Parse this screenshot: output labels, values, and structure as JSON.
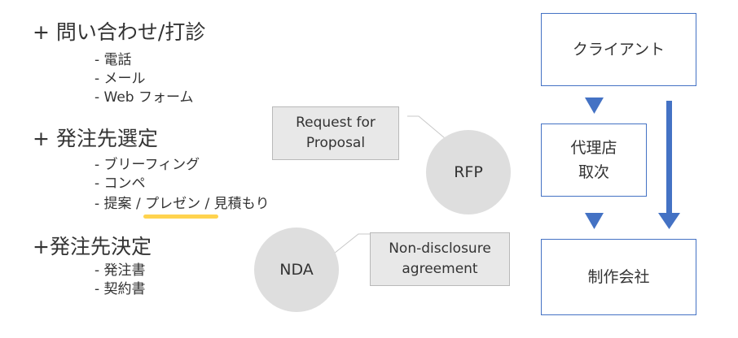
{
  "colors": {
    "accent_blue": "#4472c4",
    "highlight_yellow": "#ffd34e",
    "circle_gray": "#dedede",
    "callout_gray": "#e8e8e8"
  },
  "sections": [
    {
      "heading": "+ 問い合わせ/打診",
      "items": [
        "- 電話",
        "- メール",
        "- Web フォーム"
      ]
    },
    {
      "heading": "+ 発注先選定",
      "items": [
        "- ブリーフィング",
        "- コンペ",
        "- 提案 / プレゼン / 見積もり"
      ]
    },
    {
      "heading": "+発注先決定",
      "items": [
        "- 発注書",
        "- 契約書"
      ]
    }
  ],
  "callouts": {
    "rfp_full": "Request for\nProposal",
    "rfp_abbr": "RFP",
    "nda_full": "Non-disclosure\nagreement",
    "nda_abbr": "NDA"
  },
  "flow": {
    "client": "クライアント",
    "agency": "代理店\n取次",
    "production": "制作会社"
  }
}
